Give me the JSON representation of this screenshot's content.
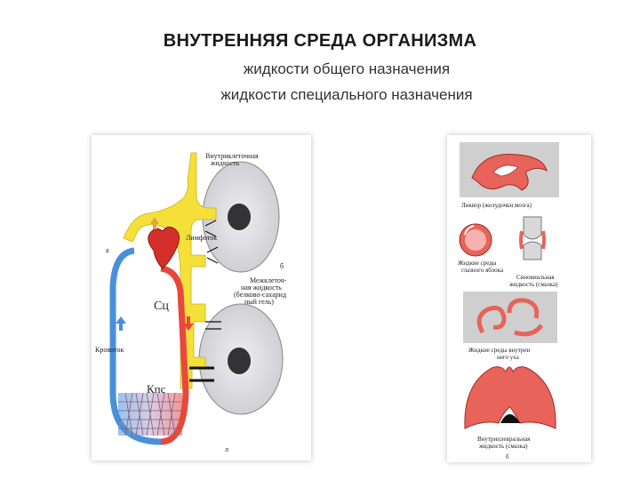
{
  "header": {
    "title": "ВНУТРЕННЯЯ СРЕДА ОРГАНИЗМА",
    "subtitle_1": "жидкости общего назначения",
    "subtitle_2": "жидкости специального назначения"
  },
  "left_diagram": {
    "labels": {
      "intracellular": [
        "Внутриклеточная",
        "жидкость"
      ],
      "lymph": "Лимфоток",
      "interstitial": [
        "Межклеточ-",
        "ная жидкость",
        "(белково-сахарид",
        "ный гель)"
      ],
      "heart": "Сц",
      "blood_flow": "Кровоток",
      "capillaries": "Кпс",
      "mark_a": "а",
      "mark_b": "б",
      "mark_l": "л"
    },
    "colors": {
      "lymph": "#f5e03a",
      "arterial": "#e8473b",
      "venous": "#4a90d9",
      "cell": "#d9d9de"
    }
  },
  "right_diagram": {
    "labels": {
      "liquor": "Ликвор (желудочки мозга)",
      "eye": [
        "Жидкие среды",
        "глазного яблока"
      ],
      "synovial": [
        "Синовиальная",
        "жидкость (смазка)"
      ],
      "inner_ear": [
        "Жидкие среды внутрен",
        "него уха"
      ],
      "pleural": [
        "Внутриплевральная",
        "жидкость (смазка)"
      ],
      "mark_b": "б"
    },
    "colors": {
      "fill": "#e8635a",
      "panel": "#cfcfcf"
    }
  }
}
